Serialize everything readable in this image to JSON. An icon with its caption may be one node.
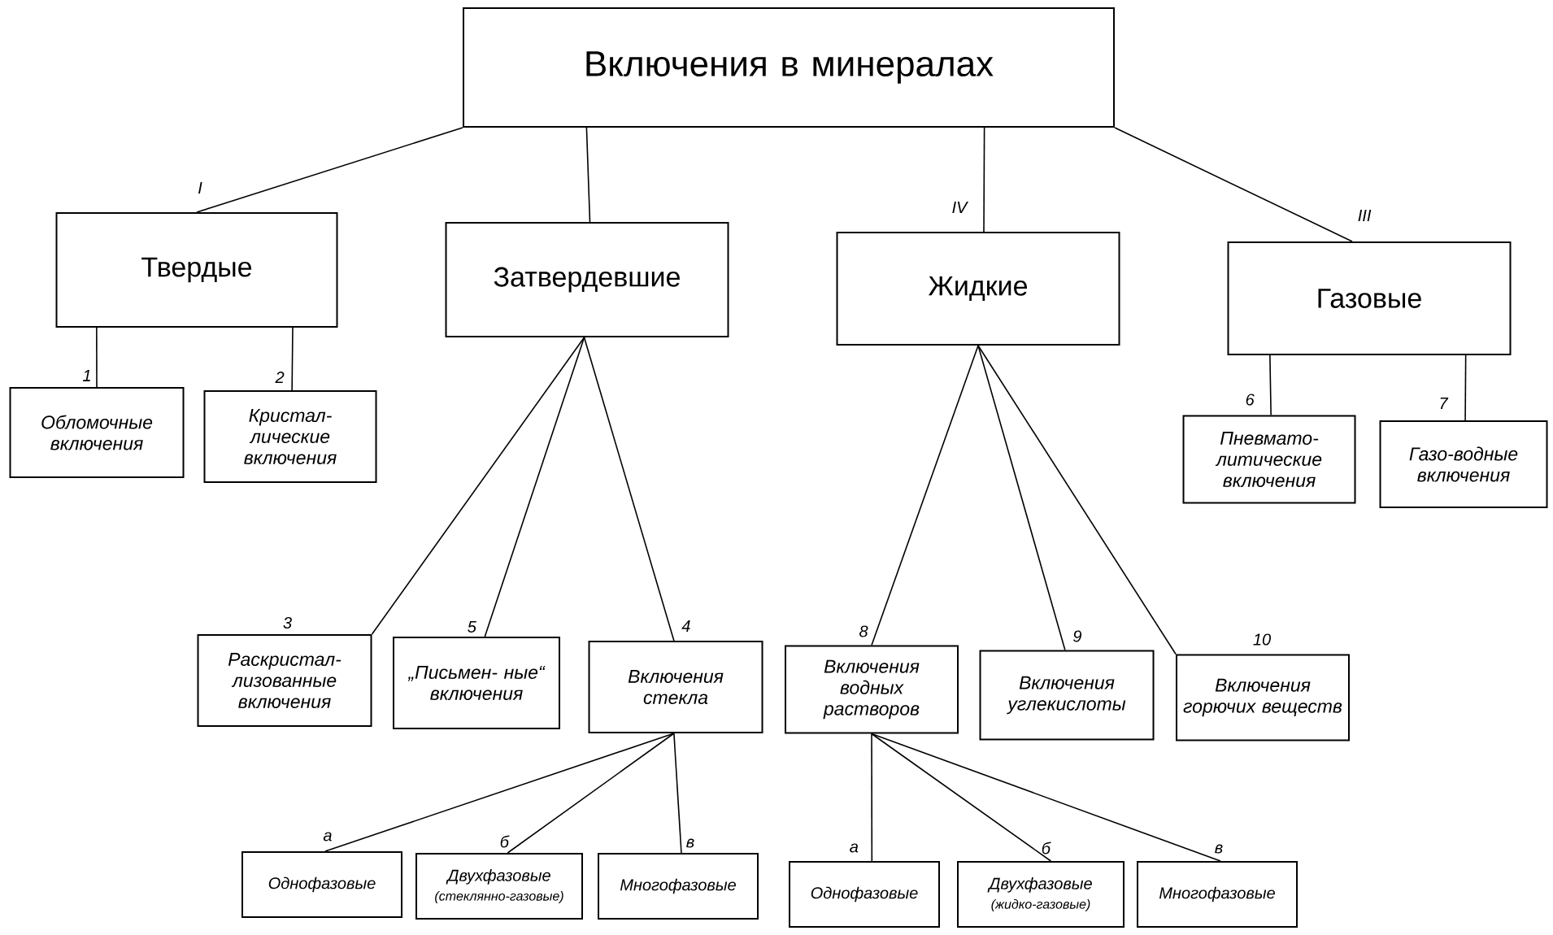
{
  "diagram": {
    "nodes": [
      {
        "text": [
          "Включения в минералах"
        ]
      },
      {
        "text": [
          "Твердые"
        ]
      },
      {
        "text": [
          "Затвердевшие"
        ]
      },
      {
        "text": [
          "Жидкие"
        ]
      },
      {
        "text": [
          "Газовые"
        ]
      },
      {
        "text": [
          "Обломочные включения"
        ]
      },
      {
        "text": [
          "Кристал- лические включения"
        ]
      },
      {
        "text": [
          "Пневмато- литические включения"
        ]
      },
      {
        "text": [
          "Газо-водные включения"
        ]
      },
      {
        "text": [
          "Раскристал- лизованные включения"
        ]
      },
      {
        "text": [
          "„Письмен- ные“ включения"
        ]
      },
      {
        "text": [
          "Включения стекла"
        ]
      },
      {
        "text": [
          "Включения водных растворов"
        ]
      },
      {
        "text": [
          "Включения углекислоты"
        ]
      },
      {
        "text": [
          "Включения горючих веществ"
        ]
      },
      {
        "text": [
          "Однофазовые"
        ]
      },
      {
        "text": [
          "Двухфазовые",
          "(стеклянно-газовые)"
        ]
      },
      {
        "text": [
          "Многофазовые"
        ]
      },
      {
        "text": [
          "Однофазовые"
        ]
      },
      {
        "text": [
          "Двухфазовые",
          "(жидко-газовые)"
        ]
      },
      {
        "text": [
          "Многофазовые"
        ]
      }
    ],
    "edges": [
      {
        "from": 0,
        "to": 1,
        "arrow": "none",
        "label": "I"
      },
      {
        "from": 0,
        "to": 2,
        "arrow": "none"
      },
      {
        "from": 0,
        "to": 3,
        "arrow": "none",
        "label": "IV"
      },
      {
        "from": 0,
        "to": 4,
        "arrow": "none",
        "label": "III"
      },
      {
        "from": 1,
        "to": 5,
        "arrow": "none",
        "label": "1"
      },
      {
        "from": 1,
        "to": 6,
        "arrow": "none",
        "label": "2"
      },
      {
        "from": 2,
        "to": 9,
        "arrow": "none",
        "label": "3"
      },
      {
        "from": 2,
        "to": 10,
        "arrow": "none",
        "label": "5"
      },
      {
        "from": 2,
        "to": 11,
        "arrow": "none",
        "label": "4"
      },
      {
        "from": 3,
        "to": 12,
        "arrow": "none",
        "label": "8"
      },
      {
        "from": 3,
        "to": 13,
        "arrow": "none",
        "label": "9"
      },
      {
        "from": 3,
        "to": 14,
        "arrow": "none",
        "label": "10"
      },
      {
        "from": 4,
        "to": 7,
        "arrow": "none",
        "label": "6"
      },
      {
        "from": 4,
        "to": 8,
        "arrow": "none",
        "label": "7"
      },
      {
        "from": 11,
        "to": 15,
        "arrow": "none",
        "label": "а"
      },
      {
        "from": 11,
        "to": 16,
        "arrow": "none",
        "label": "б"
      },
      {
        "from": 11,
        "to": 17,
        "arrow": "none",
        "label": "в"
      },
      {
        "from": 12,
        "to": 18,
        "arrow": "none",
        "label": "а"
      },
      {
        "from": 12,
        "to": 19,
        "arrow": "none",
        "label": "б"
      },
      {
        "from": 12,
        "to": 20,
        "arrow": "none",
        "label": "в"
      }
    ]
  }
}
